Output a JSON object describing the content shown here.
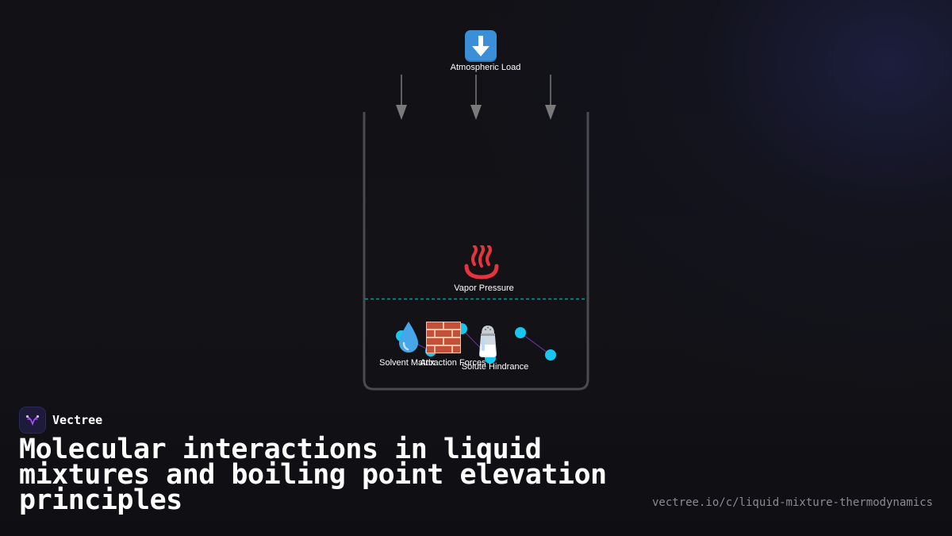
{
  "diagram": {
    "labels": {
      "atmospheric_load": "Atmospheric Load",
      "vapor_pressure": "Vapor Pressure",
      "solvent_matrix": "Solvent Matrix",
      "attraction_forces": "Attraction Forces",
      "solute_hindrance": "Solute Hindrance"
    },
    "icons": {
      "atmospheric_load": "down-arrow-icon",
      "vapor_pressure": "hot-springs-icon",
      "solvent_matrix": "droplet-icon",
      "attraction_forces": "brick-wall-icon",
      "solute_hindrance": "salt-shaker-icon"
    },
    "colors": {
      "container_stroke": "#4a4a4f",
      "arrow": "#7a7a7a",
      "liquid_surface": "#1e8f95",
      "molecule": "#16c8f0",
      "bond": "#6b2f8c"
    }
  },
  "brand": {
    "name": "Vectree"
  },
  "footer": {
    "title": "Molecular interactions in liquid mixtures and boiling point elevation principles",
    "url": "vectree.io/c/liquid-mixture-thermodynamics"
  }
}
